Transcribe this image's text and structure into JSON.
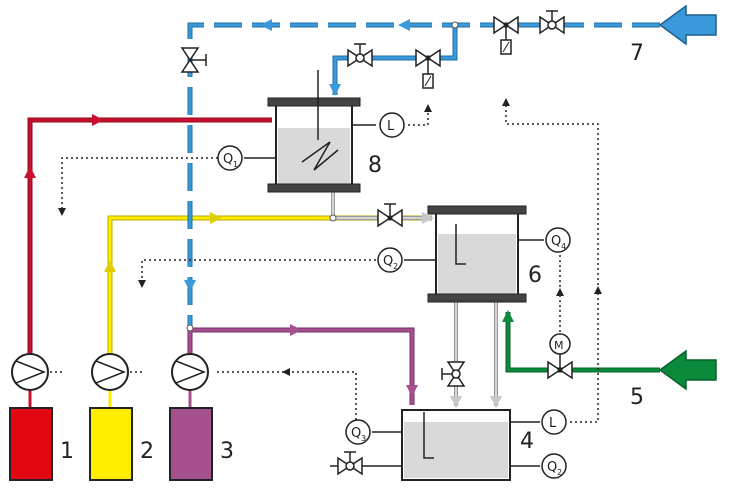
{
  "labels": {
    "tank1": "1",
    "tank2": "2",
    "tank3": "3",
    "tank4": "4",
    "inlet5": "5",
    "tank6": "6",
    "inlet7": "7",
    "tank8": "8"
  },
  "instruments": {
    "q1": {
      "letter": "Q",
      "sub": "1"
    },
    "q2a": {
      "letter": "Q",
      "sub": "2"
    },
    "q2b": {
      "letter": "Q",
      "sub": "2"
    },
    "q3": {
      "letter": "Q",
      "sub": "3"
    },
    "q4": {
      "letter": "Q",
      "sub": "4"
    },
    "level8": {
      "letter": "L"
    },
    "level4": {
      "letter": "L"
    },
    "motor": {
      "letter": "M"
    }
  },
  "colors": {
    "red": "#c8102e",
    "yellow": "#ffed00",
    "purple": "#a6518f",
    "blue": "#3a9ad9",
    "green": "#0a8a3a",
    "gray": "#c8c8c8",
    "liquid": "#d9d9d9"
  }
}
